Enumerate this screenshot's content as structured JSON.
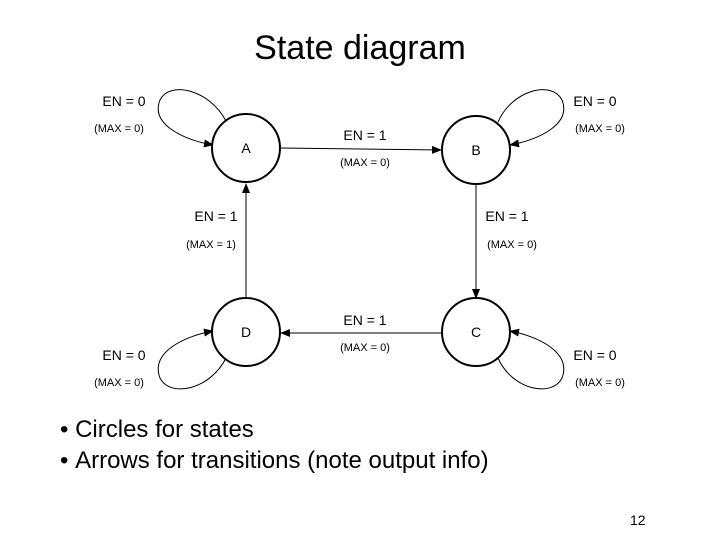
{
  "title": "State diagram",
  "states": [
    {
      "id": "A",
      "label": "A"
    },
    {
      "id": "B",
      "label": "B"
    },
    {
      "id": "C",
      "label": "C"
    },
    {
      "id": "D",
      "label": "D"
    }
  ],
  "transitions": {
    "A_self": {
      "from": "A",
      "to": "A",
      "input": "EN = 0",
      "output": "(MAX = 0)"
    },
    "B_self": {
      "from": "B",
      "to": "B",
      "input": "EN = 0",
      "output": "(MAX = 0)"
    },
    "C_self": {
      "from": "C",
      "to": "C",
      "input": "EN = 0",
      "output": "(MAX = 0)"
    },
    "D_self": {
      "from": "D",
      "to": "D",
      "input": "EN = 0",
      "output": "(MAX = 0)"
    },
    "A_to_B": {
      "from": "A",
      "to": "B",
      "input": "EN = 1",
      "output": "(MAX = 0)"
    },
    "B_to_C": {
      "from": "B",
      "to": "C",
      "input": "EN = 1",
      "output": "(MAX = 0)"
    },
    "C_to_D": {
      "from": "C",
      "to": "D",
      "input": "EN = 1",
      "output": "(MAX = 0)"
    },
    "D_to_A": {
      "from": "D",
      "to": "A",
      "input": "EN = 1",
      "output": "(MAX = 1)"
    }
  },
  "bullets": [
    "Circles for states",
    "Arrows for transitions (note output info)"
  ],
  "page_number": "12"
}
